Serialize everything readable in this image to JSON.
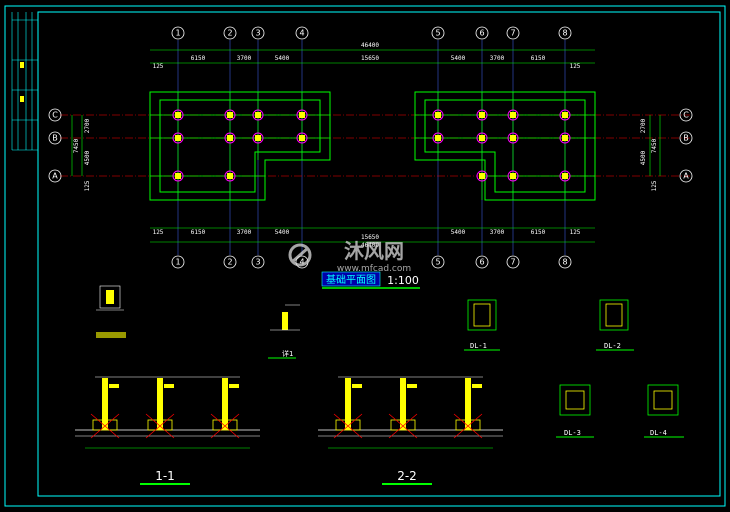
{
  "plan": {
    "title": "基础平面图",
    "scale": "1:100",
    "axes_top": [
      "1",
      "2",
      "3",
      "4",
      "5",
      "6",
      "7",
      "8"
    ],
    "axes_side_left": [
      "C",
      "B",
      "A"
    ],
    "axes_side_right": [
      "C",
      "B",
      "A"
    ],
    "top_dims": [
      "6150",
      "3700",
      "5400",
      "5400",
      "3700",
      "6150"
    ],
    "top_total": "46400",
    "top_mid": "15650",
    "bottom_dims": [
      "6150",
      "3700",
      "5400",
      "5400",
      "3700",
      "6150"
    ],
    "bottom_total": "46400",
    "bottom_mid": "15650",
    "edge_dim": "125",
    "left_dims": [
      "2700",
      "4500",
      "7450",
      "125"
    ],
    "right_dims": [
      "2700",
      "4500",
      "7450",
      "125"
    ]
  },
  "details": {
    "dl1": "DL-1",
    "dl2": "DL-2",
    "dl3": "DL-3",
    "dl4": "DL-4",
    "detail1": "详1",
    "sec1": "1-1",
    "sec2": "2-2"
  },
  "watermark": {
    "brand": "沐风网",
    "url": "www.mfcad.com"
  },
  "colors": {
    "frame": "#00ffff",
    "wall": "#00ff00",
    "axis_red": "#ff0000",
    "beam": "#ffff00",
    "text": "#ffffff"
  }
}
